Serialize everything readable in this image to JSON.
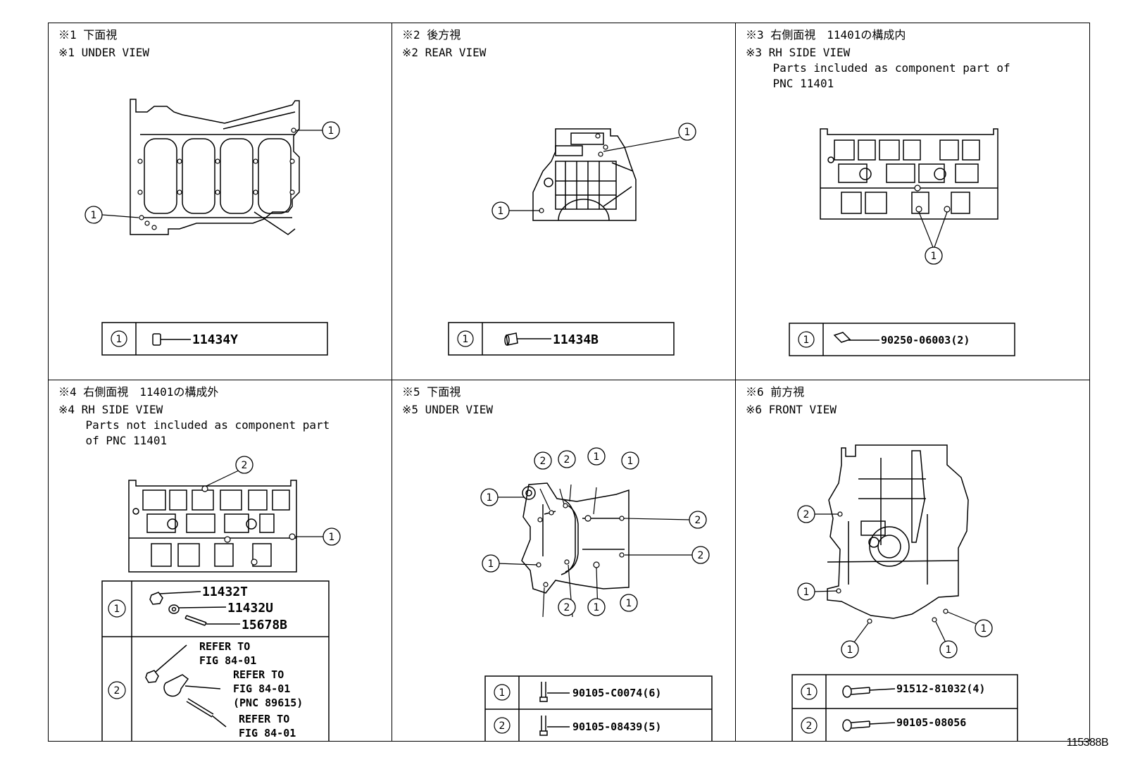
{
  "panels": [
    {
      "jp": "※1 下面視",
      "en": "※1 UNDER VIEW",
      "parts": [
        {
          "n": "①",
          "code": "11434Y"
        }
      ]
    },
    {
      "jp": "※2 後方視",
      "en": "※2 REAR VIEW",
      "parts": [
        {
          "n": "①",
          "code": "11434B"
        }
      ]
    },
    {
      "jp": "※3 右側面視　11401の構成内",
      "en": "※3 RH SIDE VIEW",
      "note1": "    Parts included as component part of",
      "note2": "    PNC 11401",
      "parts": [
        {
          "n": "①",
          "code": "90250-06003(2)"
        }
      ]
    },
    {
      "jp": "※4 右側面視　11401の構成外",
      "en": "※4 RH SIDE VIEW",
      "note1": "    Parts not included as component part",
      "note2": "    of PNC 11401",
      "parts": [
        {
          "n": "①",
          "codes": [
            "11432T",
            "11432U",
            "15678B"
          ]
        },
        {
          "n": "②",
          "refs": [
            "REFER TO",
            "FIG 84-01",
            "REFER TO",
            "FIG 84-01",
            "(PNC 89615)",
            "REFER TO",
            "FIG 84-01"
          ]
        }
      ]
    },
    {
      "jp": "※5 下面視",
      "en": "※5 UNDER VIEW",
      "parts": [
        {
          "n": "①",
          "code": "90105-C0074(6)"
        },
        {
          "n": "②",
          "code": "90105-08439(5)"
        }
      ]
    },
    {
      "jp": "※6 前方視",
      "en": "※6 FRONT VIEW",
      "parts": [
        {
          "n": "①",
          "code": "91512-81032(4)"
        },
        {
          "n": "②",
          "code": "90105-08056"
        }
      ]
    }
  ],
  "callouts": {
    "one": "1",
    "two": "2"
  },
  "doc_id": "115388B"
}
